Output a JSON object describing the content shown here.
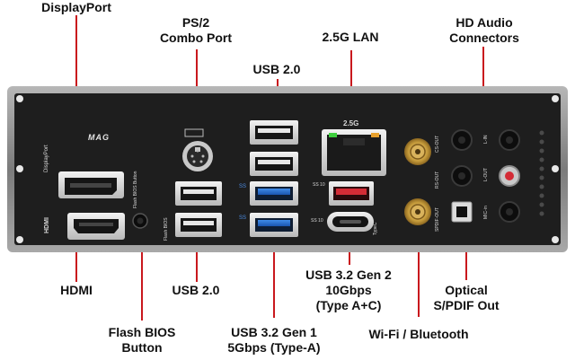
{
  "labels": {
    "displayport": "DisplayPort",
    "ps2": [
      "PS/2",
      "Combo Port"
    ],
    "lan": "2.5G LAN",
    "hd_audio": [
      "HD Audio",
      "Connectors"
    ],
    "usb20_top": "USB 2.0",
    "hdmi": "HDMI",
    "usb20_bottom": "USB 2.0",
    "usb32g2": [
      "USB 3.2 Gen 2",
      "10Gbps",
      "(Type A+C)"
    ],
    "optical": [
      "Optical",
      "S/PDIF Out"
    ],
    "flash_bios": [
      "Flash BIOS",
      "Button"
    ],
    "usb32g1": [
      "USB 3.2 Gen 1",
      "5Gbps (Type-A)"
    ],
    "wifi": "Wi-Fi / Bluetooth"
  },
  "silkscreen": {
    "brand": "MAG",
    "displayport": "DisplayPort",
    "hdmi_logo": "HDMI",
    "flash_bios_button": "Flash BIOS Button",
    "flash_bios": "Flash BIOS",
    "lan_speed": "2.5G",
    "type_c": "TypeC",
    "audio_cs_out": "CS-OUT",
    "audio_rs_out": "RS-OUT",
    "audio_spdif_out": "SPDIF-OUT",
    "audio_line_in": "L-IN",
    "audio_mic_in": "MIC-in",
    "audio_line_out": "L-OUT",
    "ss_10": "SS 10",
    "ss": "SS"
  },
  "colors": {
    "leader_line": "#c9181d",
    "usb3_gen1": "#1e66c8",
    "usb3_gen2": "#d42c36",
    "panel": "#1c1c1c",
    "frame": "#8e8e8e"
  }
}
